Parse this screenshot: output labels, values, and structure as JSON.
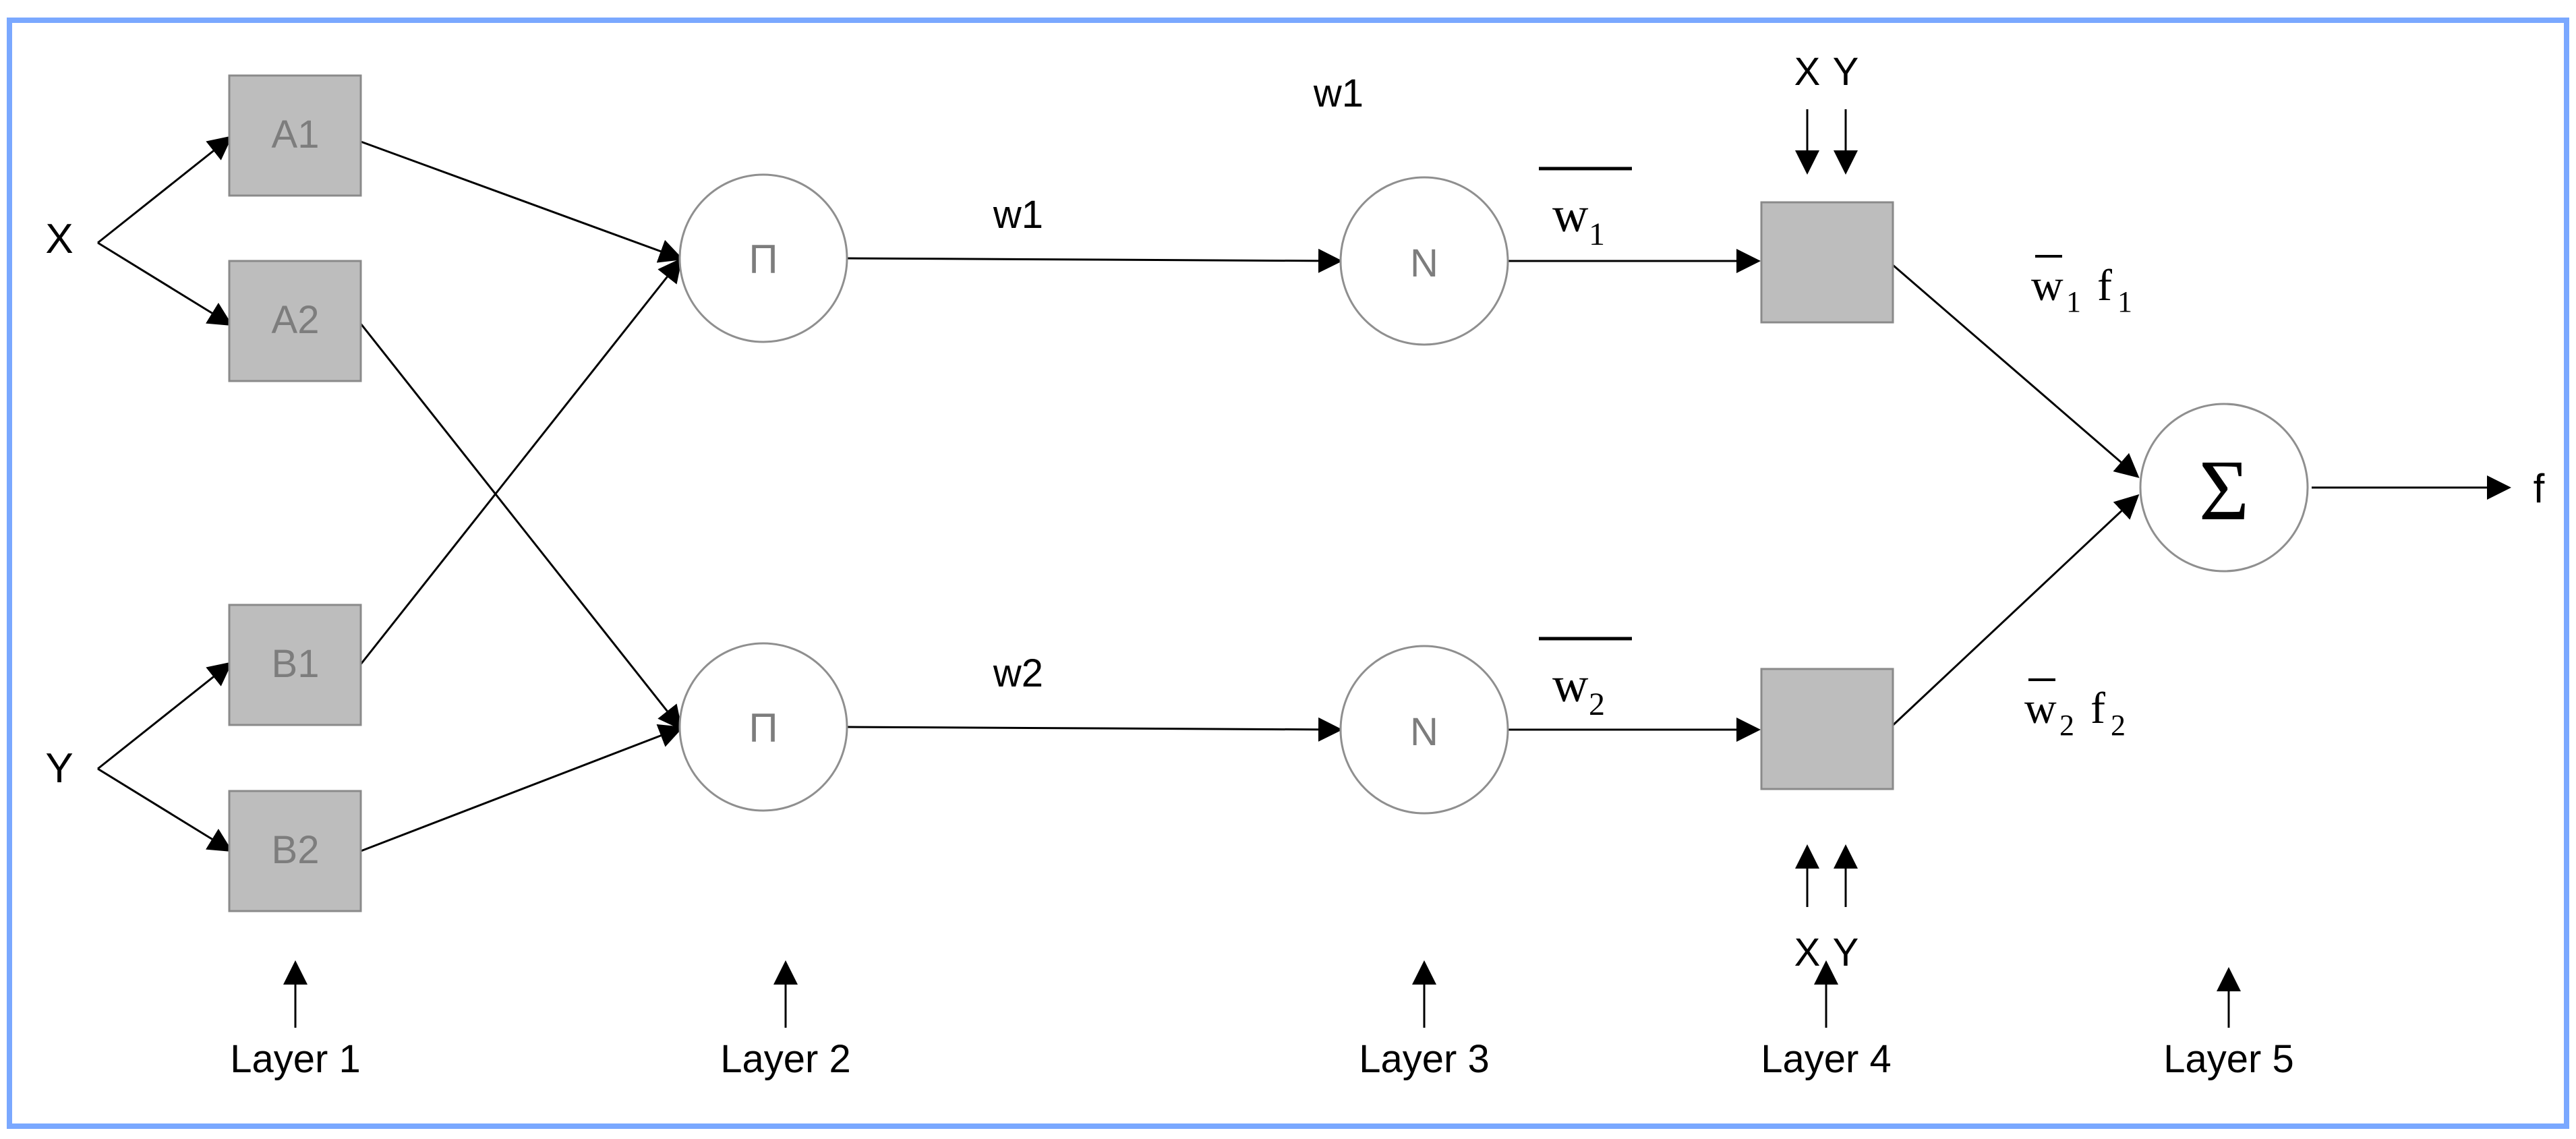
{
  "diagram": {
    "inputs": {
      "x": "X",
      "y": "Y"
    },
    "layer1": {
      "a1": "A1",
      "a2": "A2",
      "b1": "B1",
      "b2": "B2"
    },
    "layer2": {
      "prod_top": "Π",
      "prod_bottom": "Π"
    },
    "edge_labels": {
      "top_extra": "w1",
      "top": "w1",
      "bottom": "w2"
    },
    "layer3": {
      "norm_top": "N",
      "norm_bottom": "N"
    },
    "normalized_weights": {
      "top_base": "w",
      "top_subscript": "1",
      "bottom_base": "w",
      "bottom_subscript": "2"
    },
    "layer4": {
      "top_inputs": {
        "x": "X",
        "y": "Y"
      },
      "bottom_inputs": {
        "x": "X",
        "y": "Y"
      }
    },
    "layer4_outputs": {
      "top": {
        "base": "w",
        "subscript": "1",
        "factor": "f",
        "factor_subscript": "1"
      },
      "bottom": {
        "base": "w",
        "subscript": "2",
        "factor": "f",
        "factor_subscript": "2"
      }
    },
    "layer5": {
      "sum": "Σ",
      "output": "f"
    },
    "layer_labels": {
      "l1": "Layer 1",
      "l2": "Layer 2",
      "l3": "Layer 3",
      "l4": "Layer 4",
      "l5": "Layer 5"
    }
  },
  "colors": {
    "frame": "#7aa8ff",
    "box_fill": "#bdbdbd",
    "box_text": "#7d7d7d",
    "circle_stroke": "#8f8f8f",
    "circle_text": "#7d7d7d",
    "line": "#000000"
  }
}
